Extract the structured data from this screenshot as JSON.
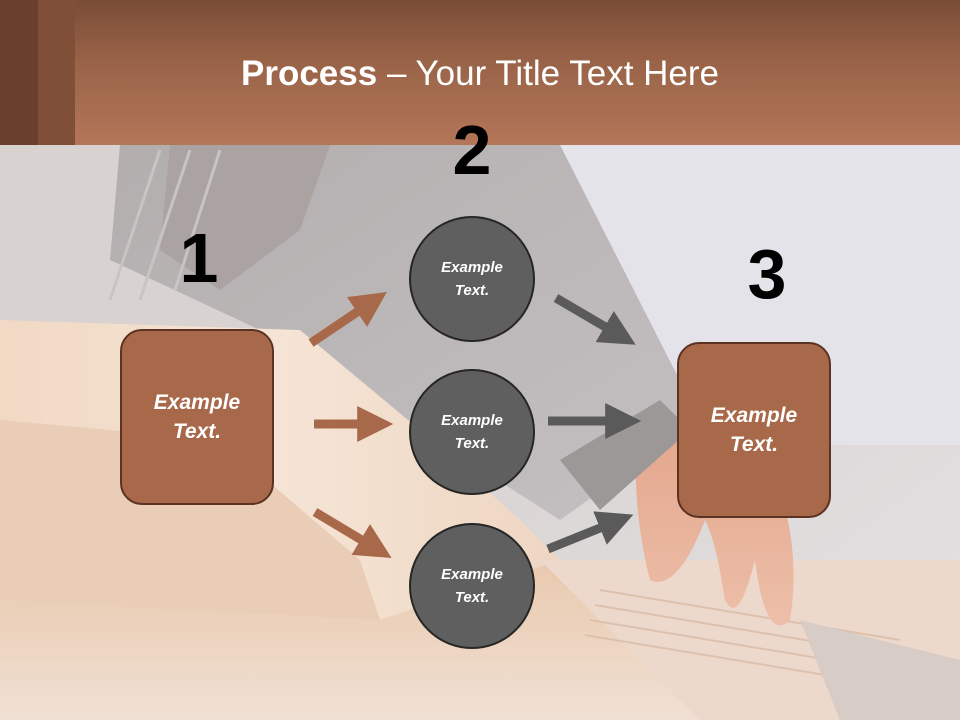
{
  "slide": {
    "title": {
      "bold": "Process",
      "rest": " – Your Title Text Here"
    },
    "step_numbers": [
      "1",
      "2",
      "3"
    ],
    "left_box": {
      "text": "Example\nText."
    },
    "middle_circles": [
      {
        "text": "Example\nText."
      },
      {
        "text": "Example\nText."
      },
      {
        "text": "Example\nText."
      }
    ],
    "right_box": {
      "text": "Example\nText."
    }
  },
  "colors": {
    "header": "#9a6448",
    "box_fill": "#a8684a",
    "box_border": "#5c3322",
    "circle_fill": "#5f5f5f",
    "circle_border": "#262626",
    "arrow_brown": "#a8684a",
    "arrow_gray": "#5a5a5a"
  },
  "icons": {
    "arrows_in": "arrow-right-icon",
    "arrows_out": "arrow-right-icon"
  }
}
